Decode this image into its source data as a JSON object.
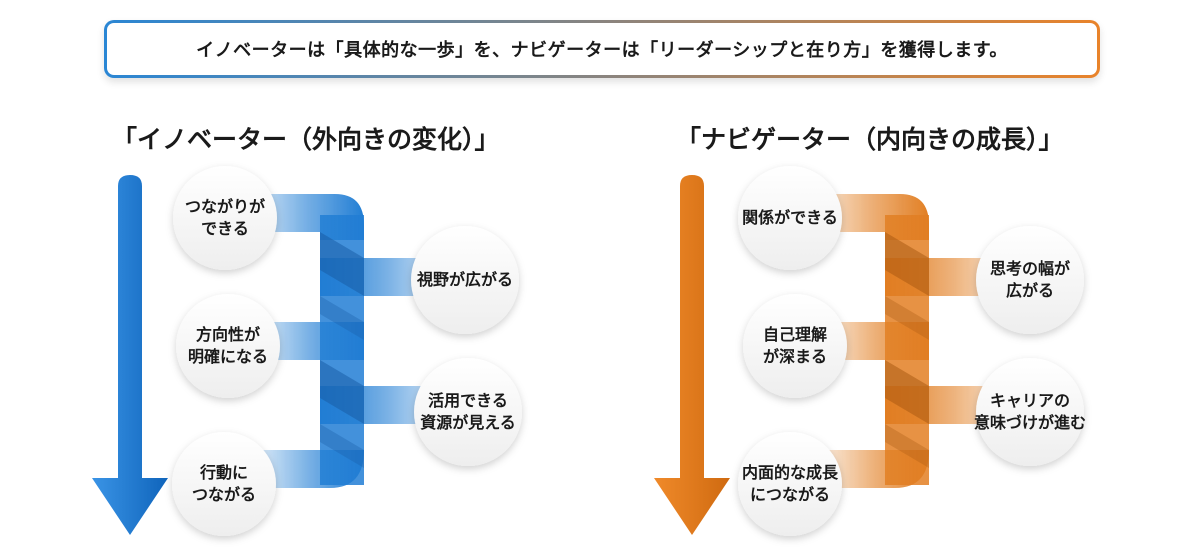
{
  "banner": {
    "text": "イノベーターは「具体的な一歩」を、ナビゲーターは「リーダーシップと在り方」を獲得します。"
  },
  "innovator": {
    "title": "「イノベーター（外向きの変化）」",
    "color": "#1677d2",
    "left_items": [
      "つながりが\nできる",
      "方向性が\n明確になる",
      "行動に\nつながる"
    ],
    "right_items": [
      "視野が広がる",
      "活用できる\n資源が見える"
    ]
  },
  "navigator": {
    "title": "「ナビゲーター（内向きの成長）」",
    "color": "#e07818",
    "left_items": [
      "関係ができる",
      "自己理解\nが深まる",
      "内面的な成長\nにつながる"
    ],
    "right_items": [
      "思考の幅が\n広がる",
      "キャリアの\n意味づけが進む"
    ]
  },
  "colors": {
    "banner_start": "#2a86d4",
    "banner_end": "#e9832a"
  }
}
